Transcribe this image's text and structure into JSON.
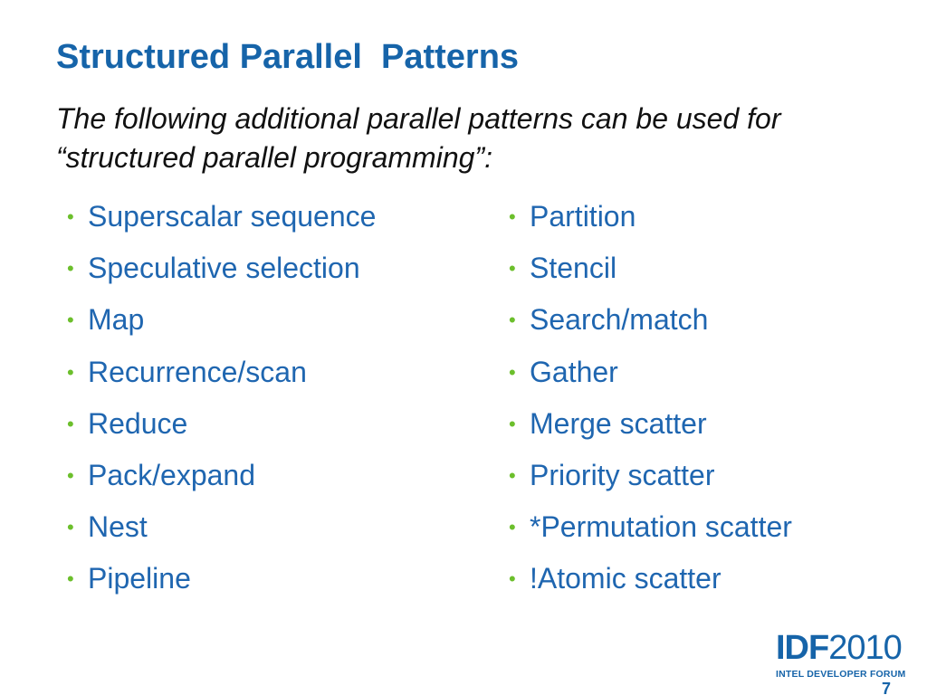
{
  "slide": {
    "title": "Structured Parallel  Patterns",
    "subtitle": "The following additional parallel patterns can be used for “structured parallel programming”:",
    "bullet_glyph": "•",
    "left_column": [
      "Superscalar sequence",
      "Speculative selection",
      "Map",
      "Recurrence/scan",
      "Reduce",
      "Pack/expand",
      "Nest",
      "Pipeline"
    ],
    "right_column": [
      "Partition",
      "Stencil",
      "Search/match",
      "Gather",
      "Merge scatter",
      "Priority scatter",
      "*Permutation scatter",
      "!Atomic scatter"
    ],
    "page_number": "7"
  },
  "logo": {
    "idf": "IDF",
    "year": "2010",
    "subtitle": "INTEL DEVELOPER FORUM"
  },
  "colors": {
    "title": "#1664a9",
    "bullet_text": "#1f66b0",
    "bullet_mark": "#6cbf2c",
    "subtitle": "#111111"
  }
}
